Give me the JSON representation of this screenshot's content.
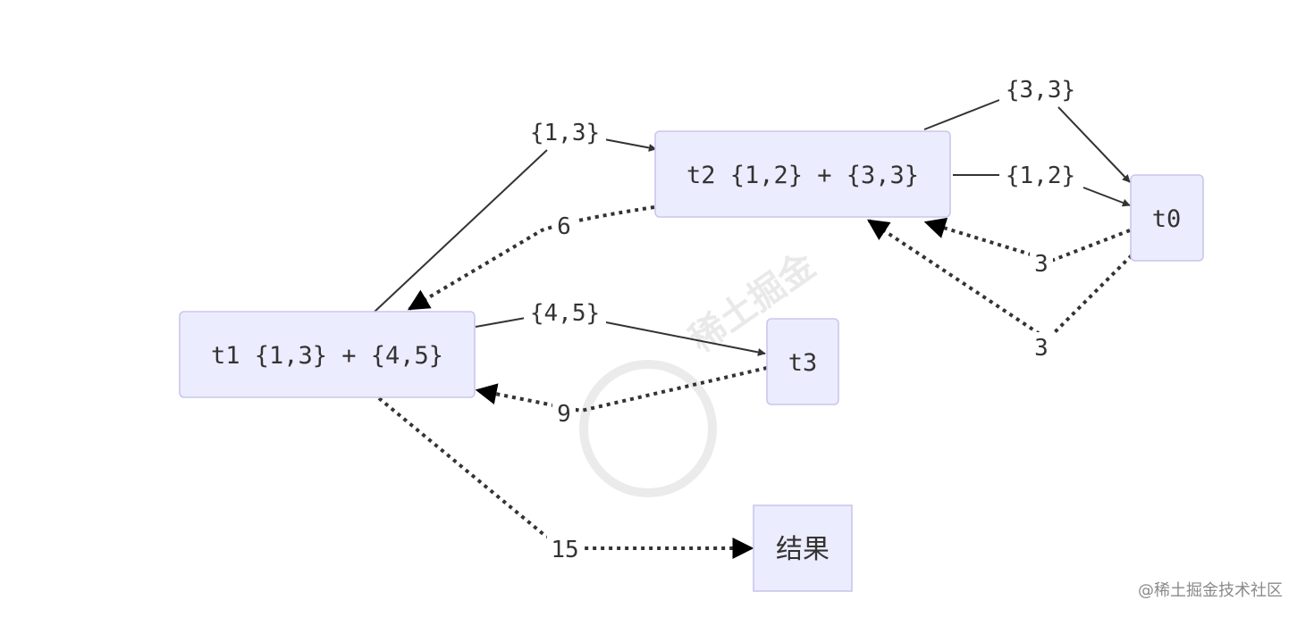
{
  "nodes": {
    "t1": "t1 {1,3} + {4,5}",
    "t2": "t2 {1,2} + {3,3}",
    "t3": "t3",
    "t0": "t0",
    "result": "结果"
  },
  "edge_labels": {
    "t1_t2": "{1,3}",
    "t1_t3": "{4,5}",
    "t2_t0_a": "{3,3}",
    "t2_t0_b": "{1,2}",
    "t2_t1_return": "6",
    "t3_t1_return": "9",
    "t0_t2_return_a": "3",
    "t0_t2_return_b": "3",
    "t1_result": "15"
  },
  "watermark": "稀土掘金",
  "footer": "@稀土掘金技术社区"
}
